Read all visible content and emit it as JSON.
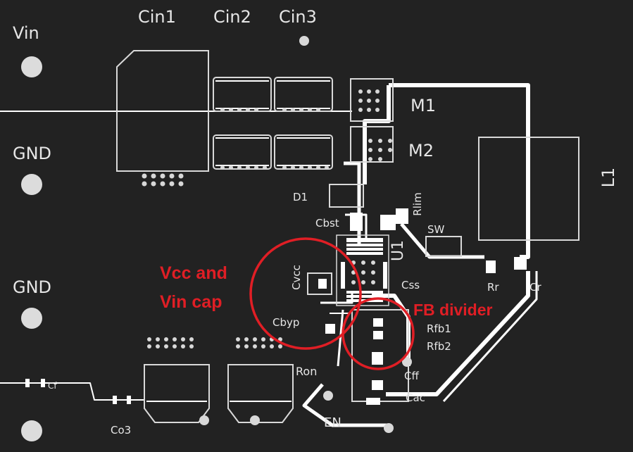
{
  "board": {
    "colors": {
      "background": "#222222",
      "silkscreen": "#e6e6e6",
      "copper_trace": "#ffffff",
      "pad_outline": "#d9d9d9",
      "annotation": "#e01e25"
    }
  },
  "labels": {
    "vin": "Vin",
    "gnd_top": "GND",
    "gnd_bottom": "GND",
    "cin1": "Cin1",
    "cin2": "Cin2",
    "cin3": "Cin3",
    "m1": "M1",
    "m2": "M2",
    "l1": "L1",
    "d1": "D1",
    "cbst": "Cbst",
    "rlim": "Rlim",
    "u1": "U1",
    "sw": "SW",
    "rr": "Rr",
    "cr": "Cr",
    "cvcc": "Cvcc",
    "cbyp": "Cbyp",
    "css": "Css",
    "rfb1": "Rfb1",
    "rfb2": "Rfb2",
    "cff": "Cff",
    "ron": "Ron",
    "cac": "Cac",
    "en": "EN",
    "co3": "Co3",
    "cf": "Cf"
  },
  "annotations": {
    "vcc_cap_line1": "Vcc and",
    "vcc_cap_line2": "Vin cap",
    "fb_divider": "FB divider"
  }
}
